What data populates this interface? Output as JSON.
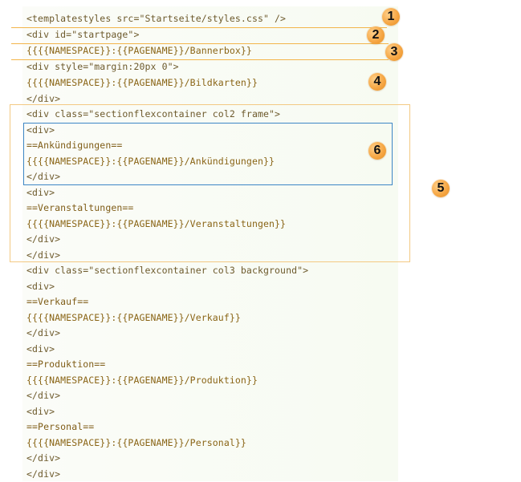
{
  "code_lines": [
    "<templatestyles src=\"Startseite/styles.css\" />",
    "<div id=\"startpage\">",
    "{{{{NAMESPACE}}:{{PAGENAME}}/Bannerbox}}",
    "<div style=\"margin:20px 0\">",
    "{{{{NAMESPACE}}:{{PAGENAME}}/Bildkarten}}",
    "</div>",
    "<div class=\"sectionflexcontainer col2 frame\">",
    "<div>",
    "==Ankündigungen==",
    "{{{{NAMESPACE}}:{{PAGENAME}}/Ankündigungen}}",
    "</div>",
    "<div>",
    "==Veranstaltungen==",
    "{{{{NAMESPACE}}:{{PAGENAME}}/Veranstaltungen}}",
    "</div>",
    "</div>",
    "<div class=\"sectionflexcontainer col3 background\">",
    "<div>",
    "==Verkauf==",
    "{{{{NAMESPACE}}:{{PAGENAME}}/Verkauf}}",
    "</div>",
    "<div>",
    "==Produktion==",
    "{{{{NAMESPACE}}:{{PAGENAME}}/Produktion}}",
    "</div>",
    "<div>",
    "==Personal==",
    "{{{{NAMESPACE}}:{{PAGENAME}}/Personal}}",
    "</div>",
    "</div>"
  ],
  "badges": [
    "1",
    "2",
    "3",
    "4",
    "5",
    "6"
  ],
  "colors": {
    "badge_fill": "#f6a745",
    "orange_frame": "#f3c983",
    "blue_frame": "#3d86c6",
    "code_text": "#8a6a1a"
  }
}
